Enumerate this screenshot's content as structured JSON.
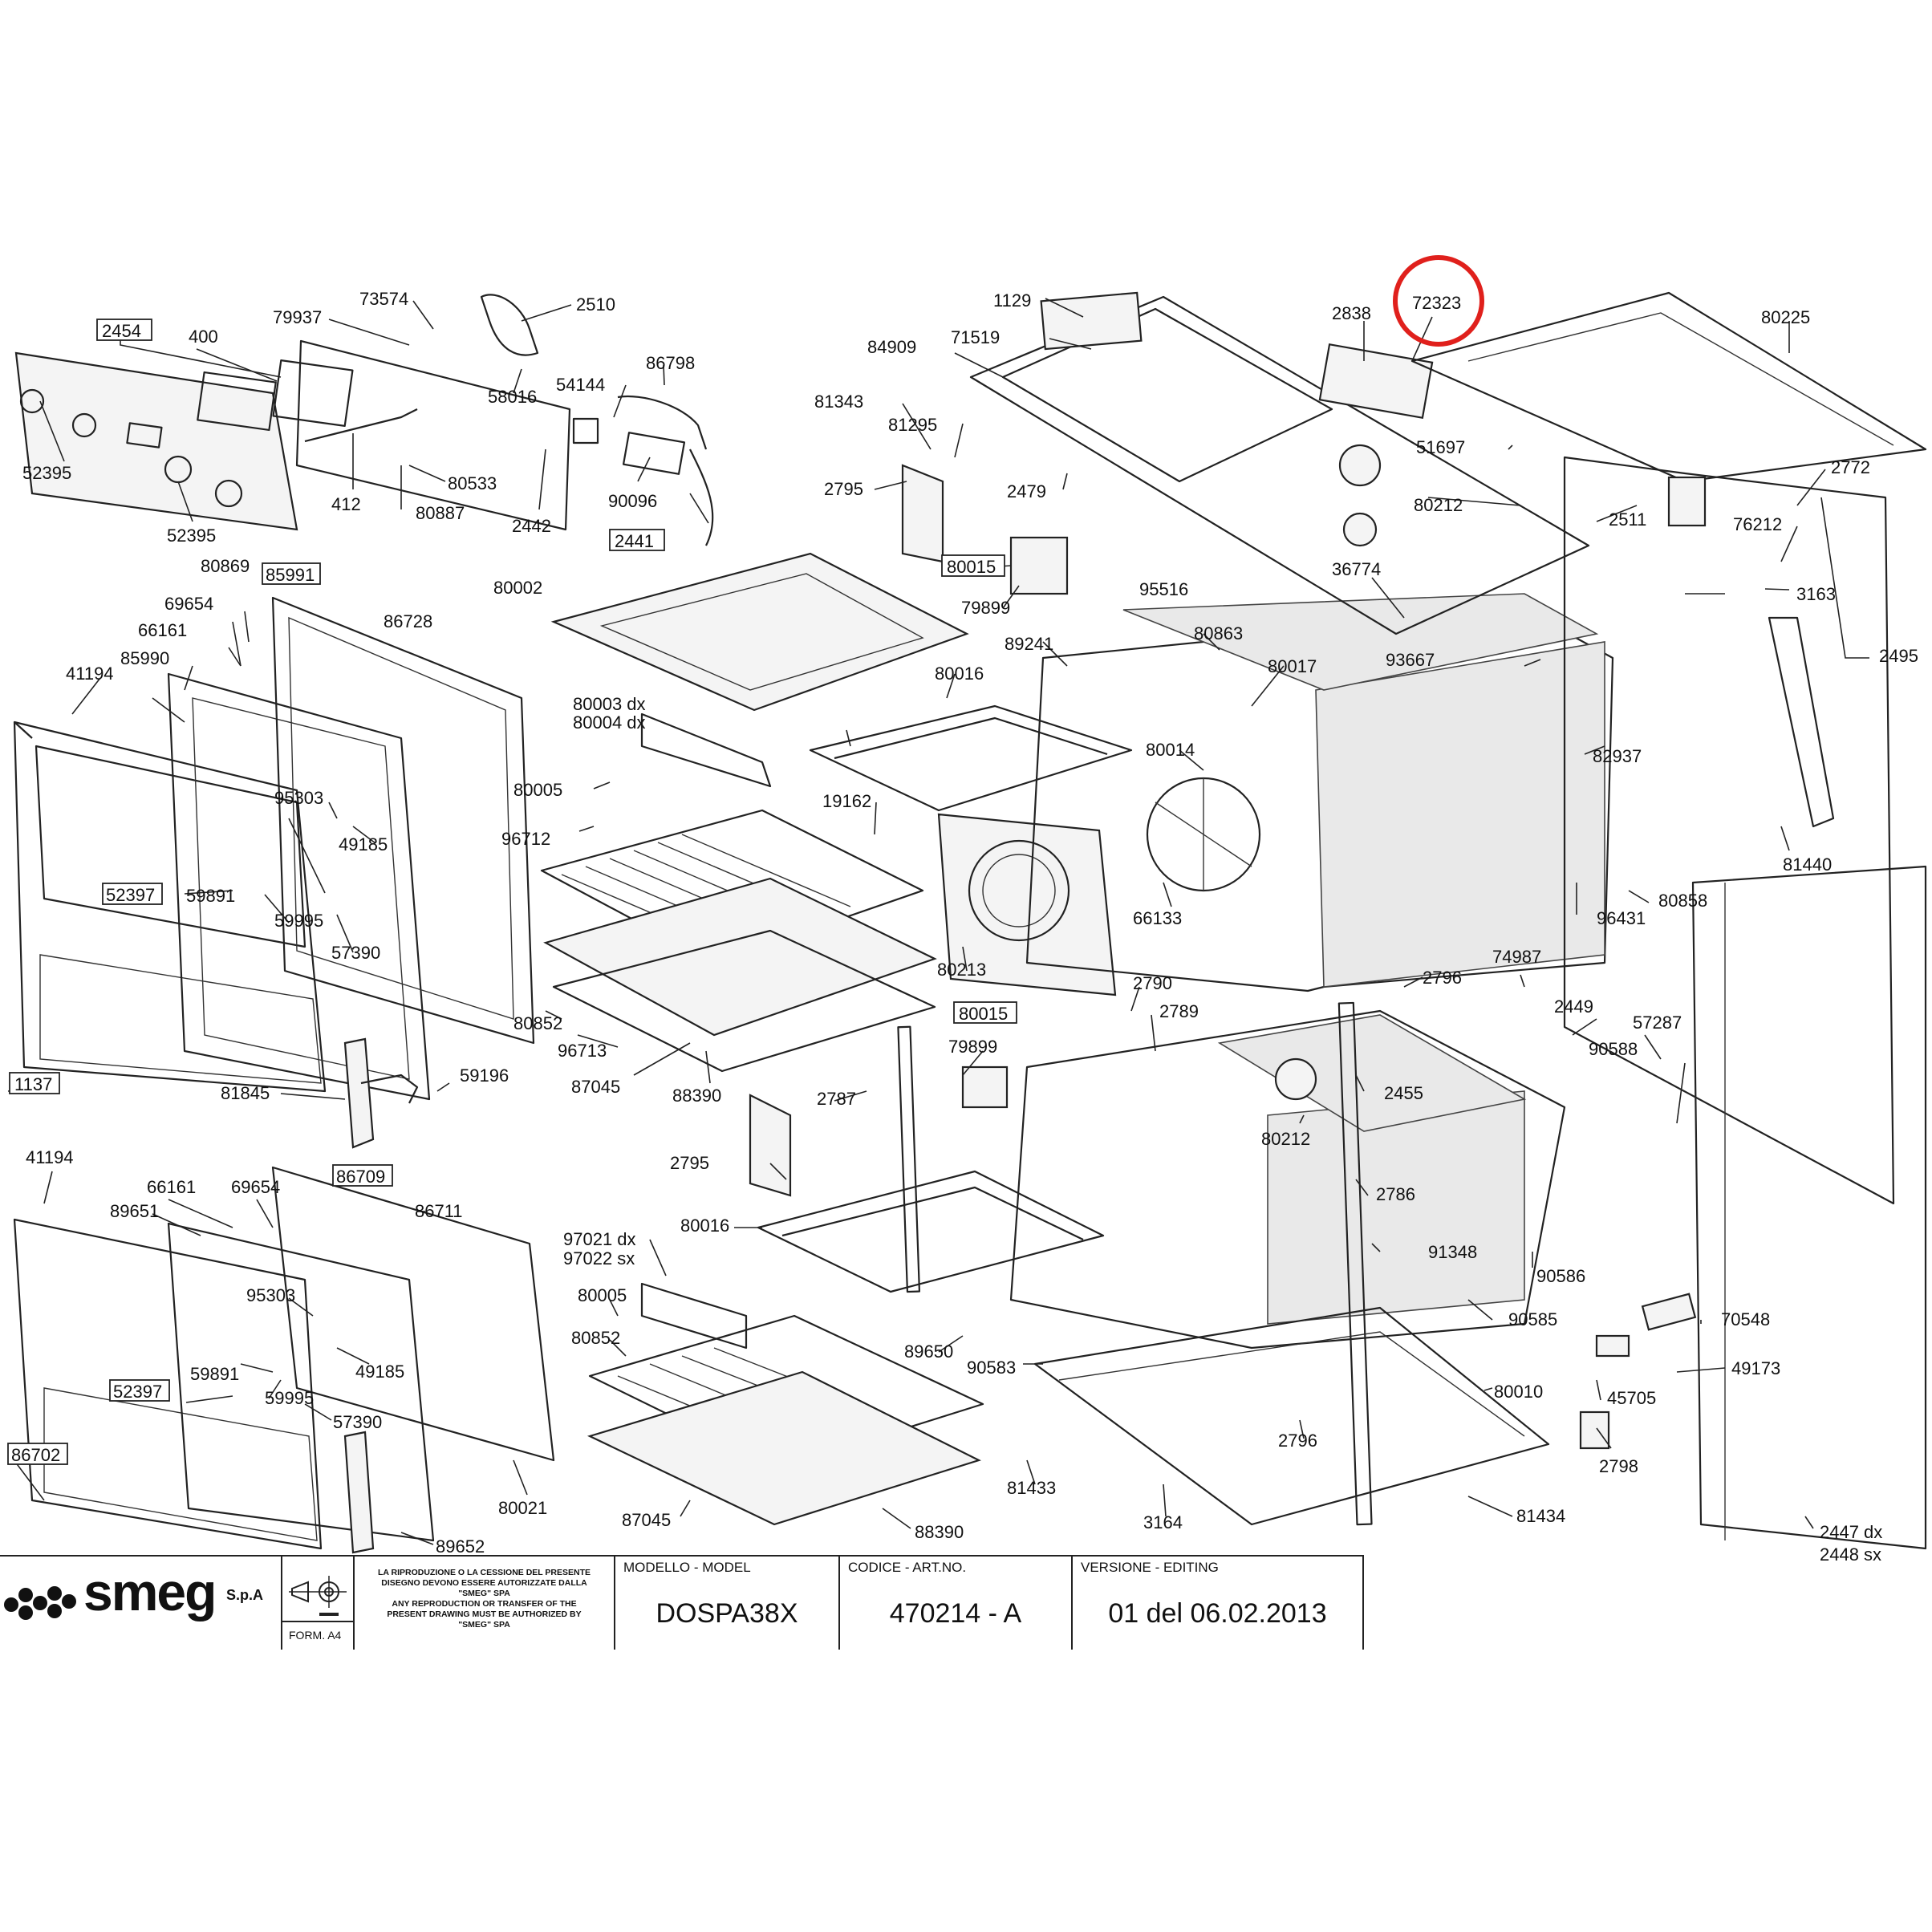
{
  "highlight": {
    "label": "72323",
    "color": "#e0201c"
  },
  "labels": [
    {
      "id": "2454",
      "text": "2454",
      "boxed": true
    },
    {
      "id": "400",
      "text": "400"
    },
    {
      "id": "79937",
      "text": "79937"
    },
    {
      "id": "73574",
      "text": "73574"
    },
    {
      "id": "2510",
      "text": "2510"
    },
    {
      "id": "86798",
      "text": "86798"
    },
    {
      "id": "54144",
      "text": "54144"
    },
    {
      "id": "58016",
      "text": "58016"
    },
    {
      "id": "52395a",
      "text": "52395"
    },
    {
      "id": "52395b",
      "text": "52395"
    },
    {
      "id": "412",
      "text": "412"
    },
    {
      "id": "80533",
      "text": "80533"
    },
    {
      "id": "80887",
      "text": "80887"
    },
    {
      "id": "2442",
      "text": "2442"
    },
    {
      "id": "90096",
      "text": "90096"
    },
    {
      "id": "2441",
      "text": "2441",
      "boxed": true
    },
    {
      "id": "1129",
      "text": "1129"
    },
    {
      "id": "71519",
      "text": "71519"
    },
    {
      "id": "84909",
      "text": "84909"
    },
    {
      "id": "2838",
      "text": "2838"
    },
    {
      "id": "72323",
      "text": "72323"
    },
    {
      "id": "80225",
      "text": "80225"
    },
    {
      "id": "81343",
      "text": "81343"
    },
    {
      "id": "81295",
      "text": "81295"
    },
    {
      "id": "51697",
      "text": "51697"
    },
    {
      "id": "2772",
      "text": "2772"
    },
    {
      "id": "2795a",
      "text": "2795"
    },
    {
      "id": "2479",
      "text": "2479"
    },
    {
      "id": "80212a",
      "text": "80212"
    },
    {
      "id": "2511",
      "text": "2511"
    },
    {
      "id": "76212",
      "text": "76212"
    },
    {
      "id": "80015a",
      "text": "80015",
      "boxed": true
    },
    {
      "id": "36774",
      "text": "36774"
    },
    {
      "id": "3163",
      "text": "3163"
    },
    {
      "id": "79899a",
      "text": "79899"
    },
    {
      "id": "95516",
      "text": "95516"
    },
    {
      "id": "80869",
      "text": "80869"
    },
    {
      "id": "85991",
      "text": "85991",
      "boxed": true
    },
    {
      "id": "80002",
      "text": "80002"
    },
    {
      "id": "69654a",
      "text": "69654"
    },
    {
      "id": "86728",
      "text": "86728"
    },
    {
      "id": "66161a",
      "text": "66161"
    },
    {
      "id": "89241",
      "text": "89241"
    },
    {
      "id": "80863",
      "text": "80863"
    },
    {
      "id": "93667",
      "text": "93667"
    },
    {
      "id": "2495",
      "text": "2495"
    },
    {
      "id": "85990",
      "text": "85990"
    },
    {
      "id": "41194a",
      "text": "41194"
    },
    {
      "id": "80016a",
      "text": "80016"
    },
    {
      "id": "80017",
      "text": "80017"
    },
    {
      "id": "80003",
      "text": "80003 dx"
    },
    {
      "id": "80004",
      "text": "80004 dx"
    },
    {
      "id": "82937",
      "text": "82937"
    },
    {
      "id": "80014",
      "text": "80014"
    },
    {
      "id": "80005a",
      "text": "80005"
    },
    {
      "id": "95303a",
      "text": "95303"
    },
    {
      "id": "19162",
      "text": "19162"
    },
    {
      "id": "96712",
      "text": "96712"
    },
    {
      "id": "49185a",
      "text": "49185"
    },
    {
      "id": "81440",
      "text": "81440"
    },
    {
      "id": "52397a",
      "text": "52397",
      "boxed": true
    },
    {
      "id": "59891a",
      "text": "59891"
    },
    {
      "id": "59995a",
      "text": "59995"
    },
    {
      "id": "66133",
      "text": "66133"
    },
    {
      "id": "80858",
      "text": "80858"
    },
    {
      "id": "96431",
      "text": "96431"
    },
    {
      "id": "57390a",
      "text": "57390"
    },
    {
      "id": "74987",
      "text": "74987"
    },
    {
      "id": "80213",
      "text": "80213"
    },
    {
      "id": "2790",
      "text": "2790"
    },
    {
      "id": "2796a",
      "text": "2796"
    },
    {
      "id": "2449",
      "text": "2449"
    },
    {
      "id": "80852a",
      "text": "80852"
    },
    {
      "id": "80015b",
      "text": "80015",
      "boxed": true
    },
    {
      "id": "2789",
      "text": "2789"
    },
    {
      "id": "57287",
      "text": "57287"
    },
    {
      "id": "96713",
      "text": "96713"
    },
    {
      "id": "79899b",
      "text": "79899"
    },
    {
      "id": "90588",
      "text": "90588"
    },
    {
      "id": "1137",
      "text": "1137",
      "boxed": true
    },
    {
      "id": "59196",
      "text": "59196"
    },
    {
      "id": "87045a",
      "text": "87045"
    },
    {
      "id": "81845",
      "text": "81845"
    },
    {
      "id": "88390a",
      "text": "88390"
    },
    {
      "id": "2787",
      "text": "2787"
    },
    {
      "id": "2455",
      "text": "2455"
    },
    {
      "id": "80212b",
      "text": "80212"
    },
    {
      "id": "41194b",
      "text": "41194"
    },
    {
      "id": "2795b",
      "text": "2795"
    },
    {
      "id": "86709",
      "text": "86709",
      "boxed": true
    },
    {
      "id": "66161b",
      "text": "66161"
    },
    {
      "id": "69654b",
      "text": "69654"
    },
    {
      "id": "2786",
      "text": "2786"
    },
    {
      "id": "86711",
      "text": "86711"
    },
    {
      "id": "89651",
      "text": "89651"
    },
    {
      "id": "80016b",
      "text": "80016"
    },
    {
      "id": "97021",
      "text": "97021 dx"
    },
    {
      "id": "97022",
      "text": "97022 sx"
    },
    {
      "id": "91348",
      "text": "91348"
    },
    {
      "id": "90586",
      "text": "90586"
    },
    {
      "id": "95303b",
      "text": "95303"
    },
    {
      "id": "80005b",
      "text": "80005"
    },
    {
      "id": "70548",
      "text": "70548"
    },
    {
      "id": "90585",
      "text": "90585"
    },
    {
      "id": "80852b",
      "text": "80852"
    },
    {
      "id": "89650",
      "text": "89650"
    },
    {
      "id": "49185b",
      "text": "49185"
    },
    {
      "id": "90583",
      "text": "90583"
    },
    {
      "id": "49173",
      "text": "49173"
    },
    {
      "id": "59891b",
      "text": "59891"
    },
    {
      "id": "52397b",
      "text": "52397",
      "boxed": true
    },
    {
      "id": "59995b",
      "text": "59995"
    },
    {
      "id": "80010",
      "text": "80010"
    },
    {
      "id": "45705",
      "text": "45705"
    },
    {
      "id": "57390b",
      "text": "57390"
    },
    {
      "id": "2796b",
      "text": "2796"
    },
    {
      "id": "2798",
      "text": "2798"
    },
    {
      "id": "86702",
      "text": "86702",
      "boxed": true
    },
    {
      "id": "81433",
      "text": "81433"
    },
    {
      "id": "80021",
      "text": "80021"
    },
    {
      "id": "87045b",
      "text": "87045"
    },
    {
      "id": "81434",
      "text": "81434"
    },
    {
      "id": "3164",
      "text": "3164"
    },
    {
      "id": "88390b",
      "text": "88390"
    },
    {
      "id": "89652",
      "text": "89652"
    },
    {
      "id": "2447",
      "text": "2447 dx"
    },
    {
      "id": "2448",
      "text": "2448 sx"
    }
  ],
  "title_block": {
    "brand": "smeg",
    "brand_suffix": "S.p.A",
    "form": "FORM. A4",
    "notice": [
      "LA RIPRODUZIONE O LA CESSIONE DEL PRESENTE",
      "DISEGNO DEVONO ESSERE AUTORIZZATE DALLA",
      "\"SMEG\" SPA",
      "ANY REPRODUCTION OR TRANSFER OF THE",
      "PRESENT DRAWING MUST BE AUTHORIZED BY",
      "\"SMEG\" SPA"
    ],
    "model_caption": "MODELLO - MODEL",
    "model": "DOSPA38X",
    "code_caption": "CODICE - ART.NO.",
    "code": "470214 - A",
    "version_caption": "VERSIONE - EDITING",
    "version": "01 del 06.02.2013"
  }
}
